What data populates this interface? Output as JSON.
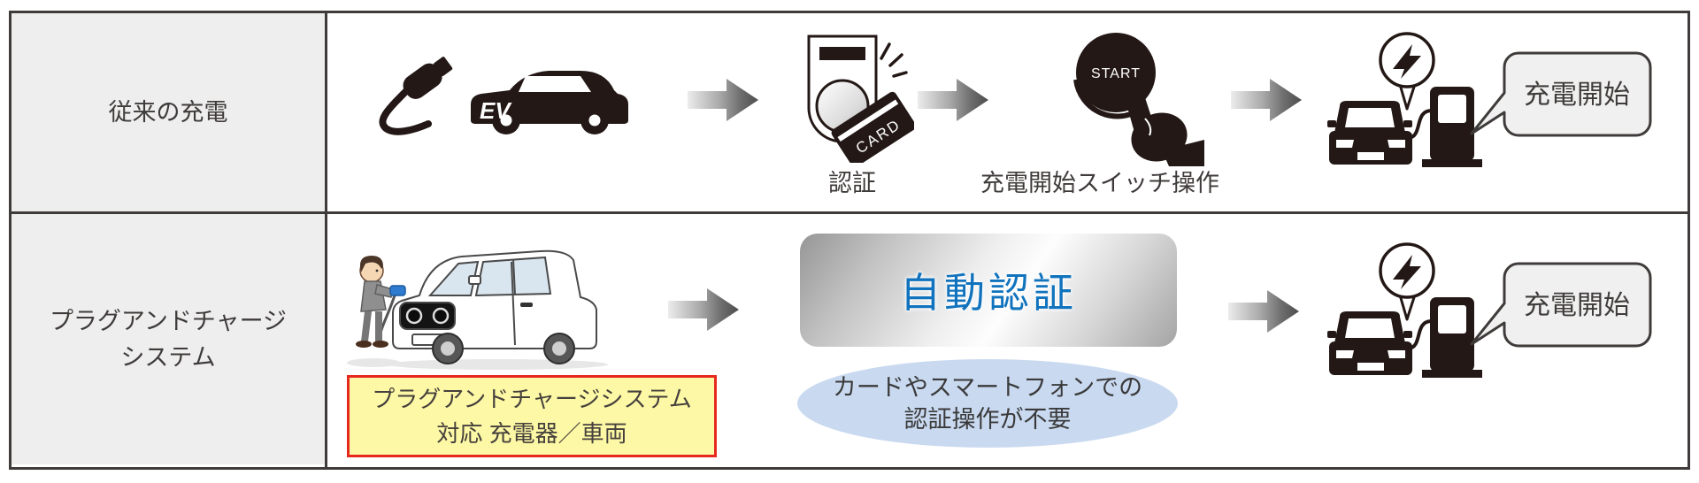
{
  "row_headers": {
    "conventional": "従来の充電",
    "plug_and_charge_line1": "プラグアンドチャージ",
    "plug_and_charge_line2": "システム"
  },
  "conventional_row": {
    "ev_badge": "EV",
    "card_label": "CARD",
    "auth_step_label": "認証",
    "start_button_label": "START",
    "switch_step_label": "充電開始スイッチ操作",
    "charge_start_bubble": "充電開始"
  },
  "plug_and_charge_row": {
    "compatible_box_line1": "プラグアンドチャージシステム",
    "compatible_box_line2": "対応 充電器／車両",
    "auto_auth_label": "自動認証",
    "no_auth_note_line1": "カードやスマートフォンでの",
    "no_auth_note_line2": "認証操作が不要",
    "charge_start_bubble": "充電開始"
  },
  "icons": {
    "flow_arrow": "gray-gradient-right-arrow",
    "plug": "ev-charging-plug",
    "ev_car": "ev-car-side",
    "card_reader": "card-authentication-reader",
    "start_button": "start-button-press-hand",
    "charging": "car-charging-at-station",
    "lightning": "lightning-bolt-balloon",
    "illustration": "person-plugging-connector-into-car"
  },
  "colors": {
    "icon_black": "#231815",
    "auto_auth_blue": "#1173bd",
    "note_ellipse_fill": "#c9d9f0",
    "highlight_box_fill": "#fdf8a5",
    "highlight_box_border": "#e6281e",
    "header_cell_fill": "#eeeeee",
    "table_border": "#3f3b3a",
    "bubble_fill": "#f0f0f0"
  }
}
